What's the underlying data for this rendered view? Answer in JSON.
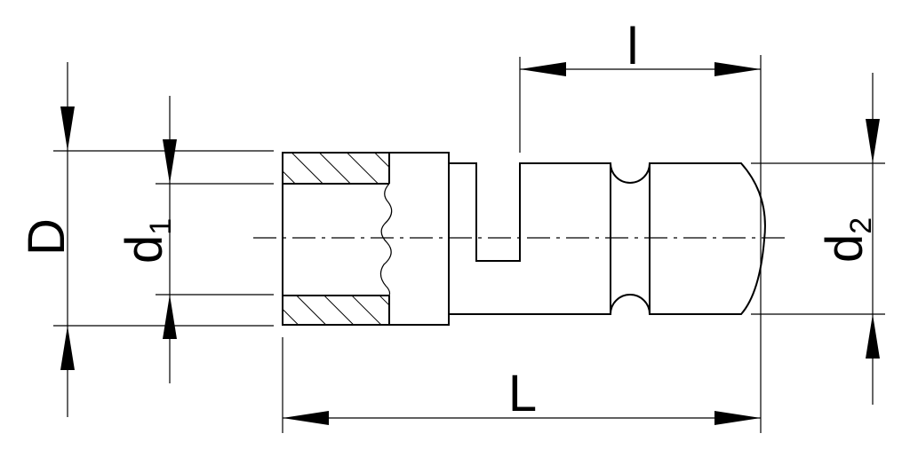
{
  "dimensions": {
    "D": "D",
    "d1": {
      "main": "d",
      "sub": "1"
    },
    "d2": {
      "main": "d",
      "sub": "2"
    },
    "L": "L",
    "l": "l"
  }
}
